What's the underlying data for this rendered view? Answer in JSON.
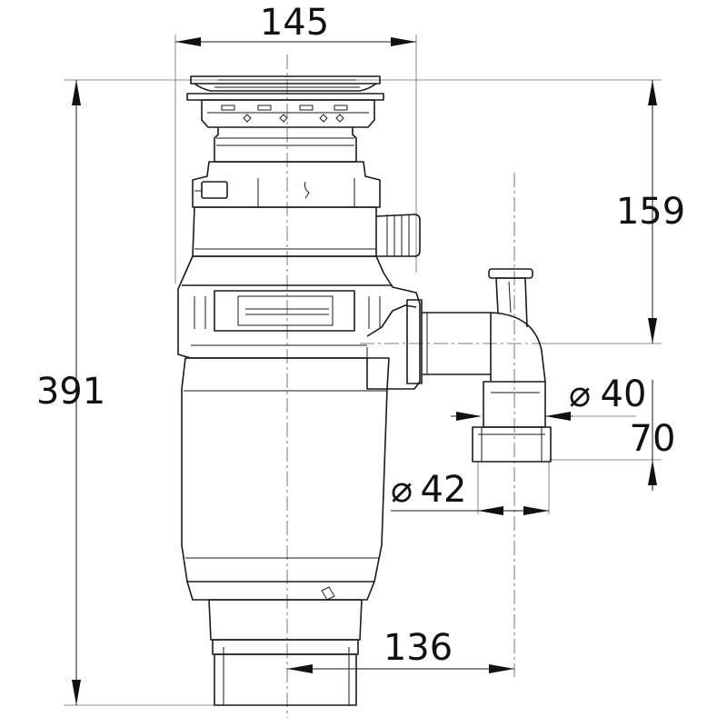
{
  "dimensions": {
    "top_width": "145",
    "total_height": "391",
    "outlet_height": "159",
    "outlet_diameter": "40",
    "outlet_bottom_offset": "70",
    "inlet_diameter": "42",
    "outlet_distance": "136"
  },
  "symbols": {
    "diameter": "⌀"
  }
}
